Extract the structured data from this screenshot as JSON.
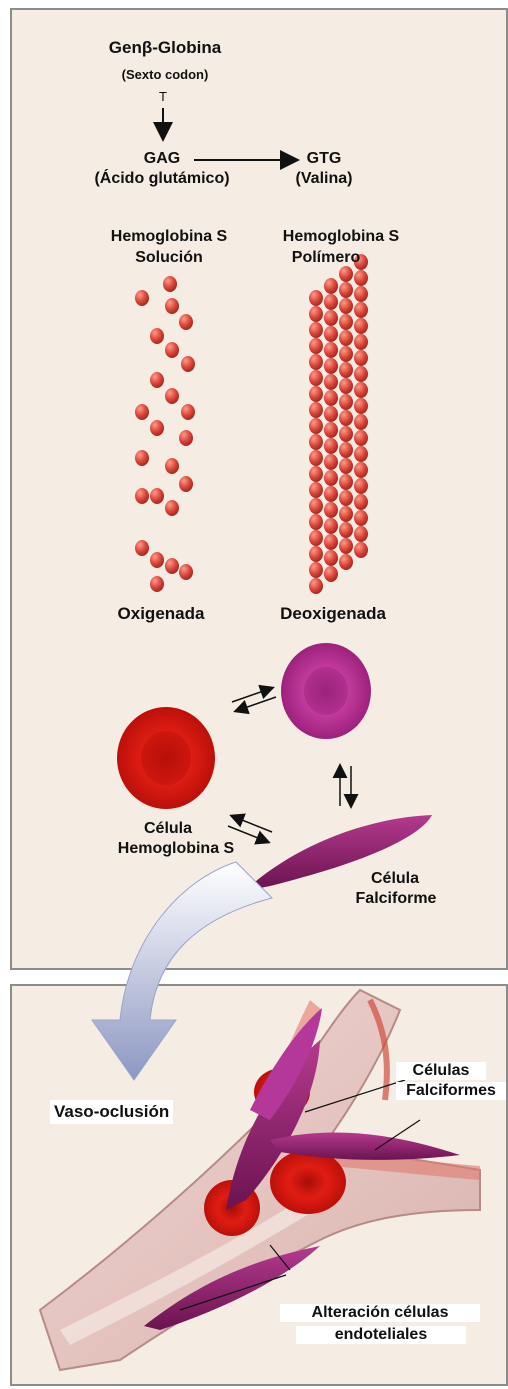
{
  "gene": {
    "title": "Genβ-Globina",
    "subtitle": "(Sexto codon)",
    "mutation": "T",
    "codon_original": "GAG",
    "aa_original": "(Ácido glutámico)",
    "codon_mutant": "GTG",
    "aa_mutant": "(Valina)"
  },
  "hemoglobin": {
    "solution_title_1": "Hemoglobina S",
    "solution_title_2": "Solución",
    "polymer_title_1": "Hemoglobina S",
    "polymer_title_2": "Polímero",
    "oxygenated": "Oxigenada",
    "deoxygenated": "Deoxigenada"
  },
  "cells": {
    "hbs_cell_1": "Célula",
    "hbs_cell_2": "Hemoglobina S",
    "sickle_cell_1": "Célula",
    "sickle_cell_2": "Falciforme"
  },
  "vessel": {
    "vaso_oclusion": "Vaso-oclusión",
    "sickle_cells_1": "Células",
    "sickle_cells_2": "Falciformes",
    "endothelial_1": "Alteración células",
    "endothelial_2": "endoteliales"
  },
  "colors": {
    "panel": "#f5ede4",
    "molecule": "#d9463a",
    "red_cell": "#d4140f",
    "deoxy_cell": "#b5288e",
    "sickle": "#8e1d6a",
    "arrow_big": "#aeb6d6"
  }
}
